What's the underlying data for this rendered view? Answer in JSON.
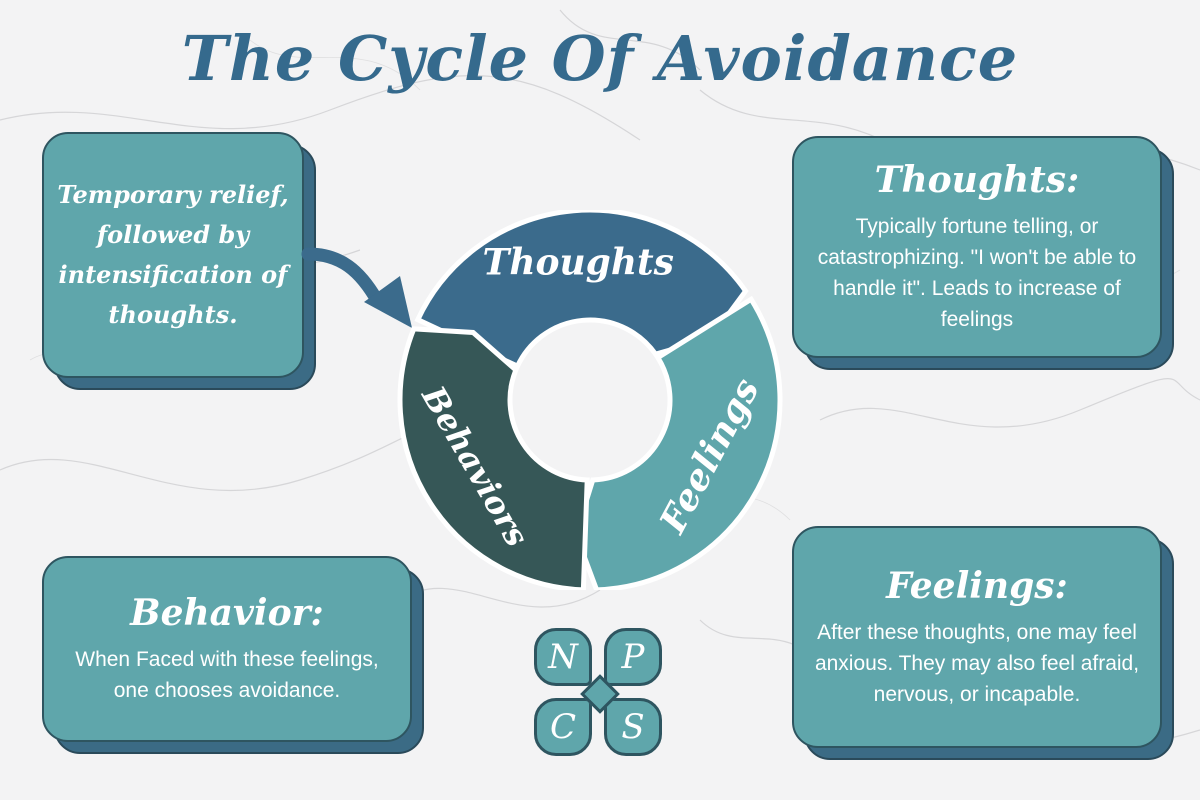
{
  "title": "The Cycle Of Avoidance",
  "relief_card": {
    "text": "Temporary relief, followed by intensification of thoughts."
  },
  "thoughts_card": {
    "title": "Thoughts:",
    "body": "Typically fortune telling, or catastrophizing. \"I won't be able to handle it\". Leads to increase of feelings"
  },
  "behavior_card": {
    "title": "Behavior:",
    "body": "When Faced with these feelings, one chooses avoidance."
  },
  "feelings_card": {
    "title": "Feelings:",
    "body": "After these thoughts, one may feel anxious. They may also feel afraid, nervous, or incapable."
  },
  "cycle": {
    "segments": [
      {
        "label": "Thoughts",
        "color": "#3b6b8c"
      },
      {
        "label": "Feelings",
        "color": "#5fa6ab"
      },
      {
        "label": "Behaviors",
        "color": "#365757"
      }
    ]
  },
  "logo": {
    "letters": [
      "N",
      "P",
      "C",
      "S"
    ]
  },
  "colors": {
    "title": "#356a8d",
    "card_fill": "#5fa6ab",
    "card_shadow": "#3b6b85",
    "arrow": "#3b6b8c"
  }
}
